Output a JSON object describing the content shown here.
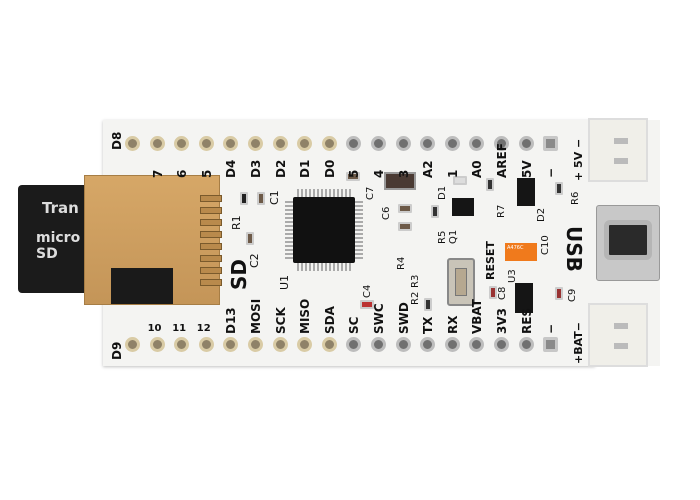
{
  "board": {
    "top_pins": [
      "D8",
      "7",
      "6",
      "5",
      "D4",
      "D3",
      "D2",
      "D1",
      "D0",
      "5",
      "4",
      "3",
      "A2",
      "1",
      "A0",
      "AREF",
      "5V",
      "−"
    ],
    "bottom_pins": [
      "D9",
      "10",
      "11",
      "12",
      "D13",
      "MOSI",
      "SCK",
      "MISO",
      "SDA",
      "SC",
      "SWC",
      "SWD",
      "TX",
      "RX",
      "VBAT",
      "3V3",
      "RES",
      "−"
    ],
    "top_connector_label": "+ 5V −",
    "bottom_connector_label": "+BAT−",
    "silk": {
      "sd": "SD",
      "usb": "USB",
      "reset": "RESET",
      "u1": "U1",
      "r1": "R1",
      "c1": "C1",
      "c2": "C2",
      "c4": "C4",
      "c6": "C6",
      "c7": "C7",
      "c8": "C8",
      "c9": "C9",
      "c10": "C10",
      "d1": "D1",
      "d2": "D2",
      "q1": "Q1",
      "r2": "R2",
      "r3": "R3",
      "r4": "R4",
      "r5": "R5",
      "r6": "R6",
      "r7": "R7",
      "u3": "U3"
    },
    "tantalum_marking": "A476C"
  },
  "sd_card": {
    "brand_partial": "Tran",
    "logo": "micro SD"
  },
  "colors": {
    "pcb": "#f4f4f2",
    "gold": "#d6a767",
    "chip": "#111111",
    "tantalum": "#f07a1c"
  }
}
